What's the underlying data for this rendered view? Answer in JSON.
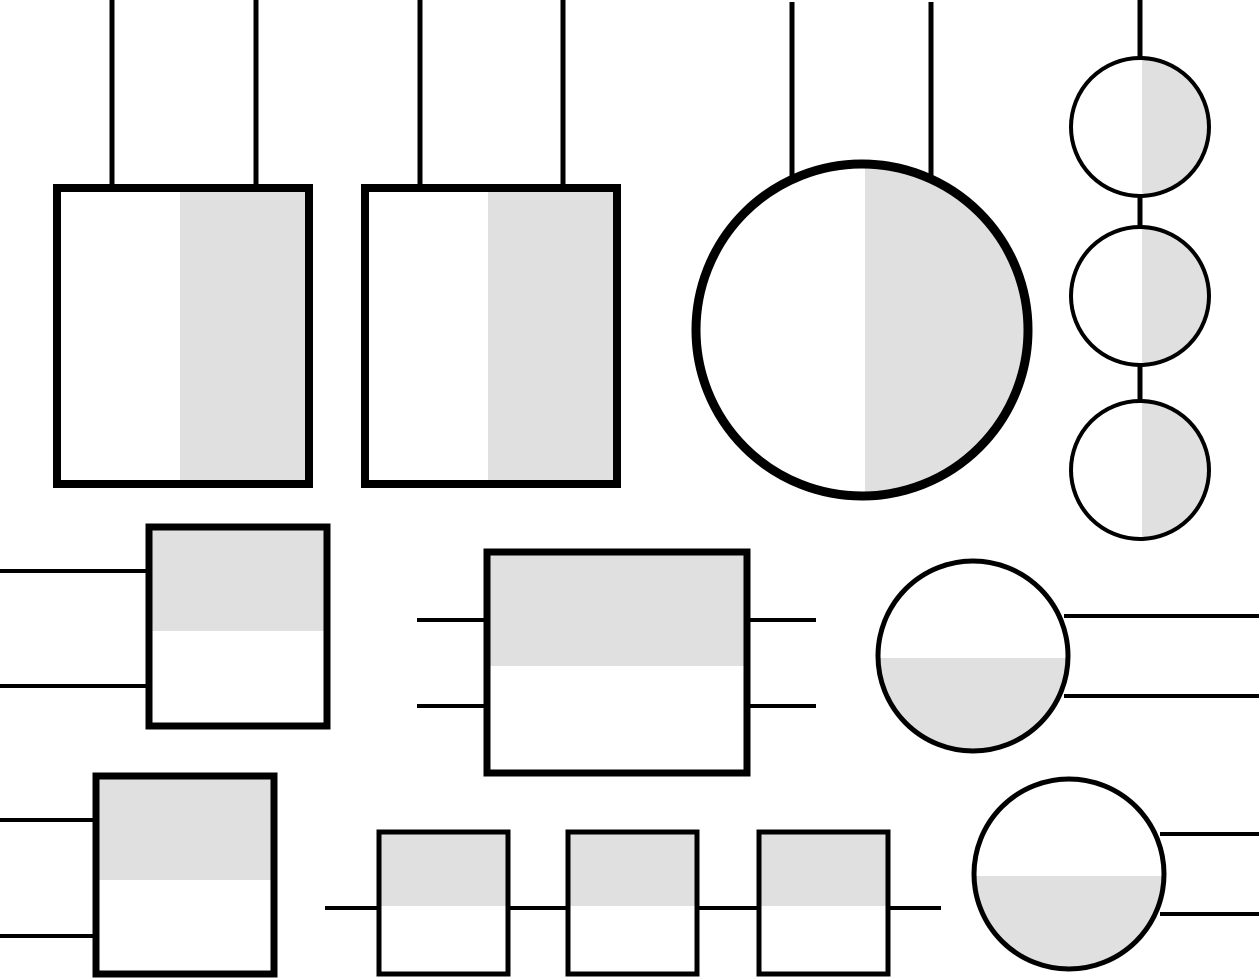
{
  "colors": {
    "background": "#ffffff",
    "stroke": "#000000",
    "shade": "#e0e0e0"
  },
  "shapes": [
    {
      "id": "hanging-rect-1",
      "kind": "rect",
      "shade": "right-half",
      "leads": "top-pair"
    },
    {
      "id": "hanging-rect-2",
      "kind": "rect",
      "shade": "right-half",
      "leads": "top-pair"
    },
    {
      "id": "hanging-circle-large",
      "kind": "circle",
      "shade": "right-half",
      "leads": "top-pair"
    },
    {
      "id": "chain-circle-1",
      "kind": "circle",
      "shade": "right-half",
      "leads": "vertical-chain"
    },
    {
      "id": "chain-circle-2",
      "kind": "circle",
      "shade": "right-half",
      "leads": "vertical-chain"
    },
    {
      "id": "chain-circle-3",
      "kind": "circle",
      "shade": "right-half",
      "leads": "vertical-chain"
    },
    {
      "id": "side-rect-1",
      "kind": "rect",
      "shade": "top-part",
      "leads": "left-pair"
    },
    {
      "id": "double-side-rect",
      "kind": "rect",
      "shade": "top-part",
      "leads": "left-and-right-pairs"
    },
    {
      "id": "side-circle-1",
      "kind": "circle",
      "shade": "bottom-part",
      "leads": "right-pair"
    },
    {
      "id": "side-rect-2",
      "kind": "rect",
      "shade": "top-part",
      "leads": "left-pair"
    },
    {
      "id": "chain-rect-1",
      "kind": "rect",
      "shade": "top-part",
      "leads": "horizontal-chain"
    },
    {
      "id": "chain-rect-2",
      "kind": "rect",
      "shade": "top-part",
      "leads": "horizontal-chain"
    },
    {
      "id": "chain-rect-3",
      "kind": "rect",
      "shade": "top-part",
      "leads": "horizontal-chain"
    },
    {
      "id": "side-circle-2",
      "kind": "circle",
      "shade": "bottom-part",
      "leads": "right-pair"
    }
  ]
}
